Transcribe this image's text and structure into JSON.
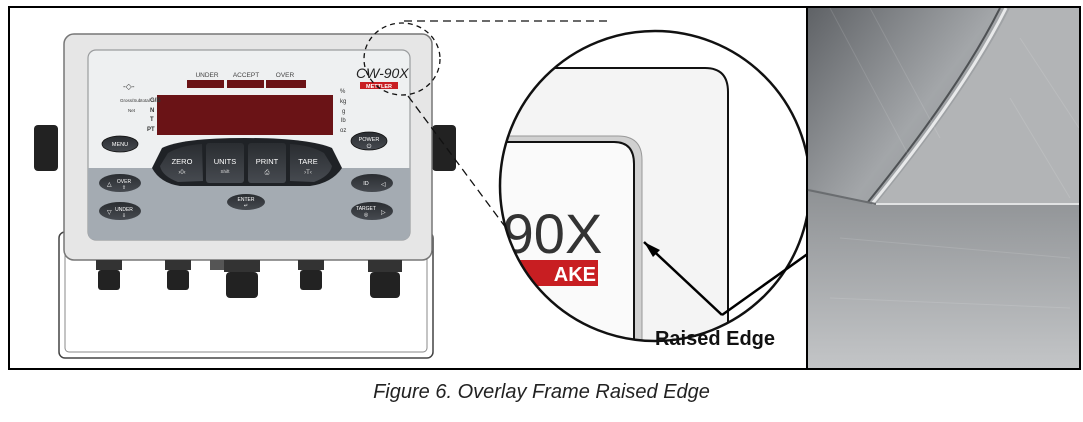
{
  "figure": {
    "caption": "Figure 6. Overlay Frame Raised Edge",
    "callout_label": "Raised Edge"
  },
  "device": {
    "logo_text": "CW-90X",
    "brand_text": "METTLER",
    "zoom_logo_text": "-90X",
    "zoom_brand_text": "AKE",
    "status_lights": [
      "UNDER",
      "ACCEPT",
      "OVER"
    ],
    "left_annunciators": [
      "Gross/Subtotal",
      "G/B",
      "Net",
      "N",
      "T",
      "PT"
    ],
    "right_annunciators": [
      "%",
      "kg",
      "g",
      "lb",
      "oz"
    ],
    "keys": {
      "menu": "MENU",
      "power": "POWER",
      "zero": "ZERO",
      "units": "UNITS",
      "units_sub": "Shift",
      "print": "PRINT",
      "tare": "TARE",
      "over": "OVER",
      "under": "UNDER",
      "enter": "ENTER",
      "id": "ID",
      "target": "TARGET"
    }
  },
  "colors": {
    "frame": "#e6e6e6",
    "overlay": "#eef0f1",
    "keypad": "#a4abb2",
    "display": "#6a1316",
    "brand_red": "#c81e22",
    "steel": "#8f9296"
  }
}
